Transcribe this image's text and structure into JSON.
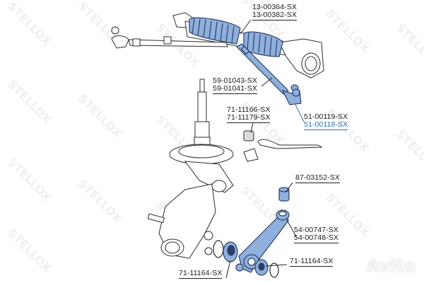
{
  "watermarks": {
    "brand": "STELLOX",
    "marketplace": "Avito"
  },
  "colors": {
    "part_highlight": "#8fb0dc",
    "part_outline": "#2b3f66",
    "label_text": "#1a1a1a",
    "label_highlight": "#2f6fb5"
  },
  "labels": {
    "steering_rack_boot": {
      "line1": "13-00364-SX",
      "line2": "13-00382-SX"
    },
    "tie_rod": {
      "line1": "59-01043-SX",
      "line2": "59-01041-SX"
    },
    "stabilizer_bushing": {
      "line1": "71-11166-SX",
      "line2": "71-11179-SX"
    },
    "tie_rod_end": {
      "line1": "51-00119-SX",
      "line2": "51-00118-SX"
    },
    "arm_bushing_top": {
      "line1": "87-03152-SX"
    },
    "control_arm": {
      "line1": "54-00747-SX",
      "line2": "54-00748-SX"
    },
    "silent_block_left": {
      "line1": "71-11164-SX"
    },
    "silent_block_right": {
      "line1": "71-11164-SX"
    }
  }
}
